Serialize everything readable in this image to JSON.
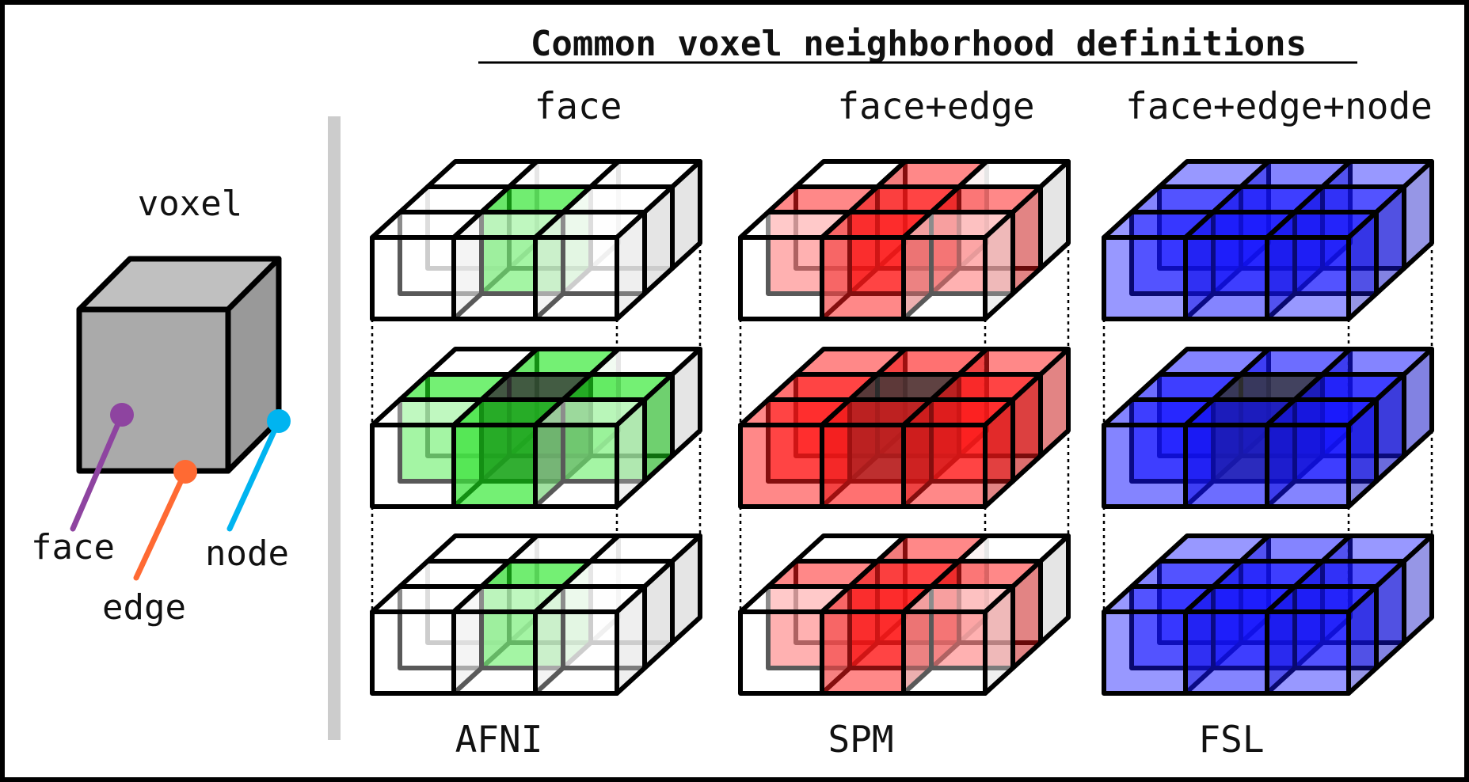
{
  "title": "Common voxel neighborhood definitions",
  "voxel": {
    "label": "voxel",
    "parts": [
      {
        "name": "face",
        "color": "#8e44a0"
      },
      {
        "name": "edge",
        "color": "#ff6a33"
      },
      {
        "name": "node",
        "color": "#00b4f0"
      }
    ]
  },
  "panels": [
    {
      "heading": "face",
      "software": "AFNI",
      "kind": "face",
      "color": "#1ee61e"
    },
    {
      "heading": "face+edge",
      "software": "SPM",
      "kind": "edge",
      "color": "#ff1a1a"
    },
    {
      "heading": "face+edge+node",
      "software": "FSL",
      "kind": "node",
      "color": "#1414ff"
    }
  ]
}
